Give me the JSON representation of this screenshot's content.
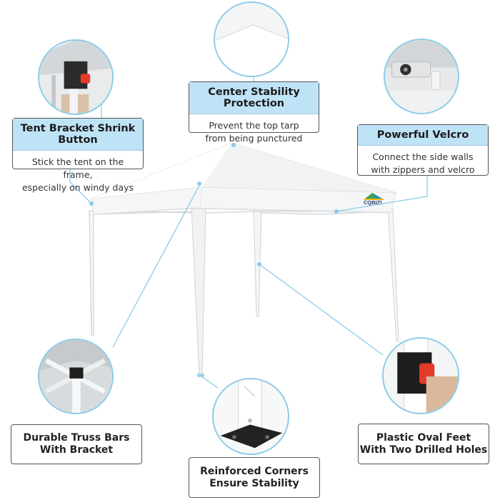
{
  "brand": {
    "logo_text": "CQBIZI"
  },
  "colors": {
    "accent": "#8ccbe8",
    "header_bg": "#bfe3f6",
    "latch_red": "#e53a2a"
  },
  "features": {
    "center": {
      "title": "Center Stability Protection",
      "line1": "Prevent the top tarp",
      "line2": "from being punctured"
    },
    "bracket": {
      "title": "Tent Bracket Shrink Button",
      "line1": "Stick the tent on the frame,",
      "line2": "especially on windy days"
    },
    "velcro": {
      "title": "Powerful Velcro",
      "line1": "Connect the side walls",
      "line2": "with zippers and velcro"
    },
    "truss": {
      "line1": "Durable Truss Bars",
      "line2": "With Bracket"
    },
    "corners": {
      "line1": "Reinforced Corners",
      "line2": "Ensure Stability"
    },
    "feet": {
      "line1": "Plastic Oval Feet",
      "line2": "With Two Drilled Holes"
    }
  }
}
